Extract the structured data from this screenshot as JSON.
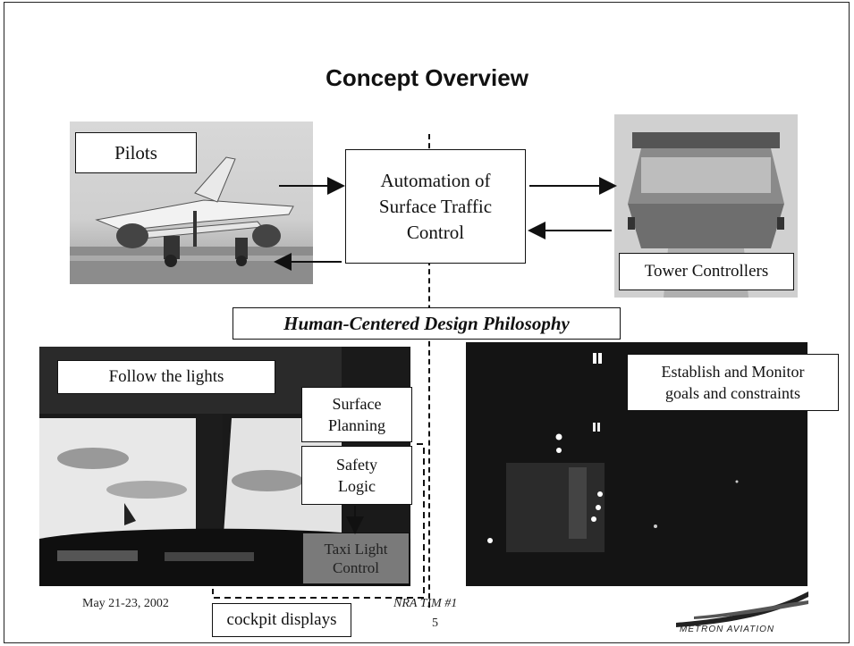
{
  "slide": {
    "title": "Concept Overview",
    "boxes": {
      "pilots": "Pilots",
      "automation": [
        "Automation of",
        "Surface Traffic",
        "Control"
      ],
      "tower_controllers": "Tower Controllers",
      "philosophy": "Human-Centered Design Philosophy",
      "follow_lights": "Follow the lights",
      "surface_planning": [
        "Surface",
        "Planning"
      ],
      "safety_logic": [
        "Safety",
        "Logic"
      ],
      "taxi_light_control": [
        "Taxi Light",
        "Control"
      ],
      "establish_monitor": [
        "Establish and Monitor",
        "goals and constraints"
      ],
      "cockpit_displays": "cockpit displays"
    },
    "footer": {
      "date": "May 21-23, 2002",
      "meeting": "NRA TIM #1",
      "page": "5",
      "logo": "METRON AVIATION"
    }
  }
}
